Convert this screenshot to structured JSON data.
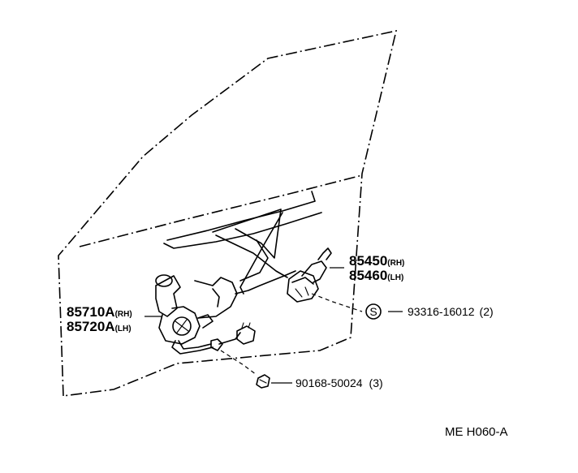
{
  "parts": {
    "regulator_rh": {
      "number": "85450",
      "side": "(RH)"
    },
    "regulator_lh": {
      "number": "85460",
      "side": "(LH)"
    },
    "motor_rh": {
      "number": "85710A",
      "side": "(RH)"
    },
    "motor_lh": {
      "number": "85720A",
      "side": "(LH)"
    },
    "screw": {
      "number": "93316-16012",
      "qty": "(2)",
      "symbol": "S"
    },
    "bolt": {
      "number": "90168-50024",
      "qty": "(3)"
    }
  },
  "diagram_code": "ME H060-A"
}
